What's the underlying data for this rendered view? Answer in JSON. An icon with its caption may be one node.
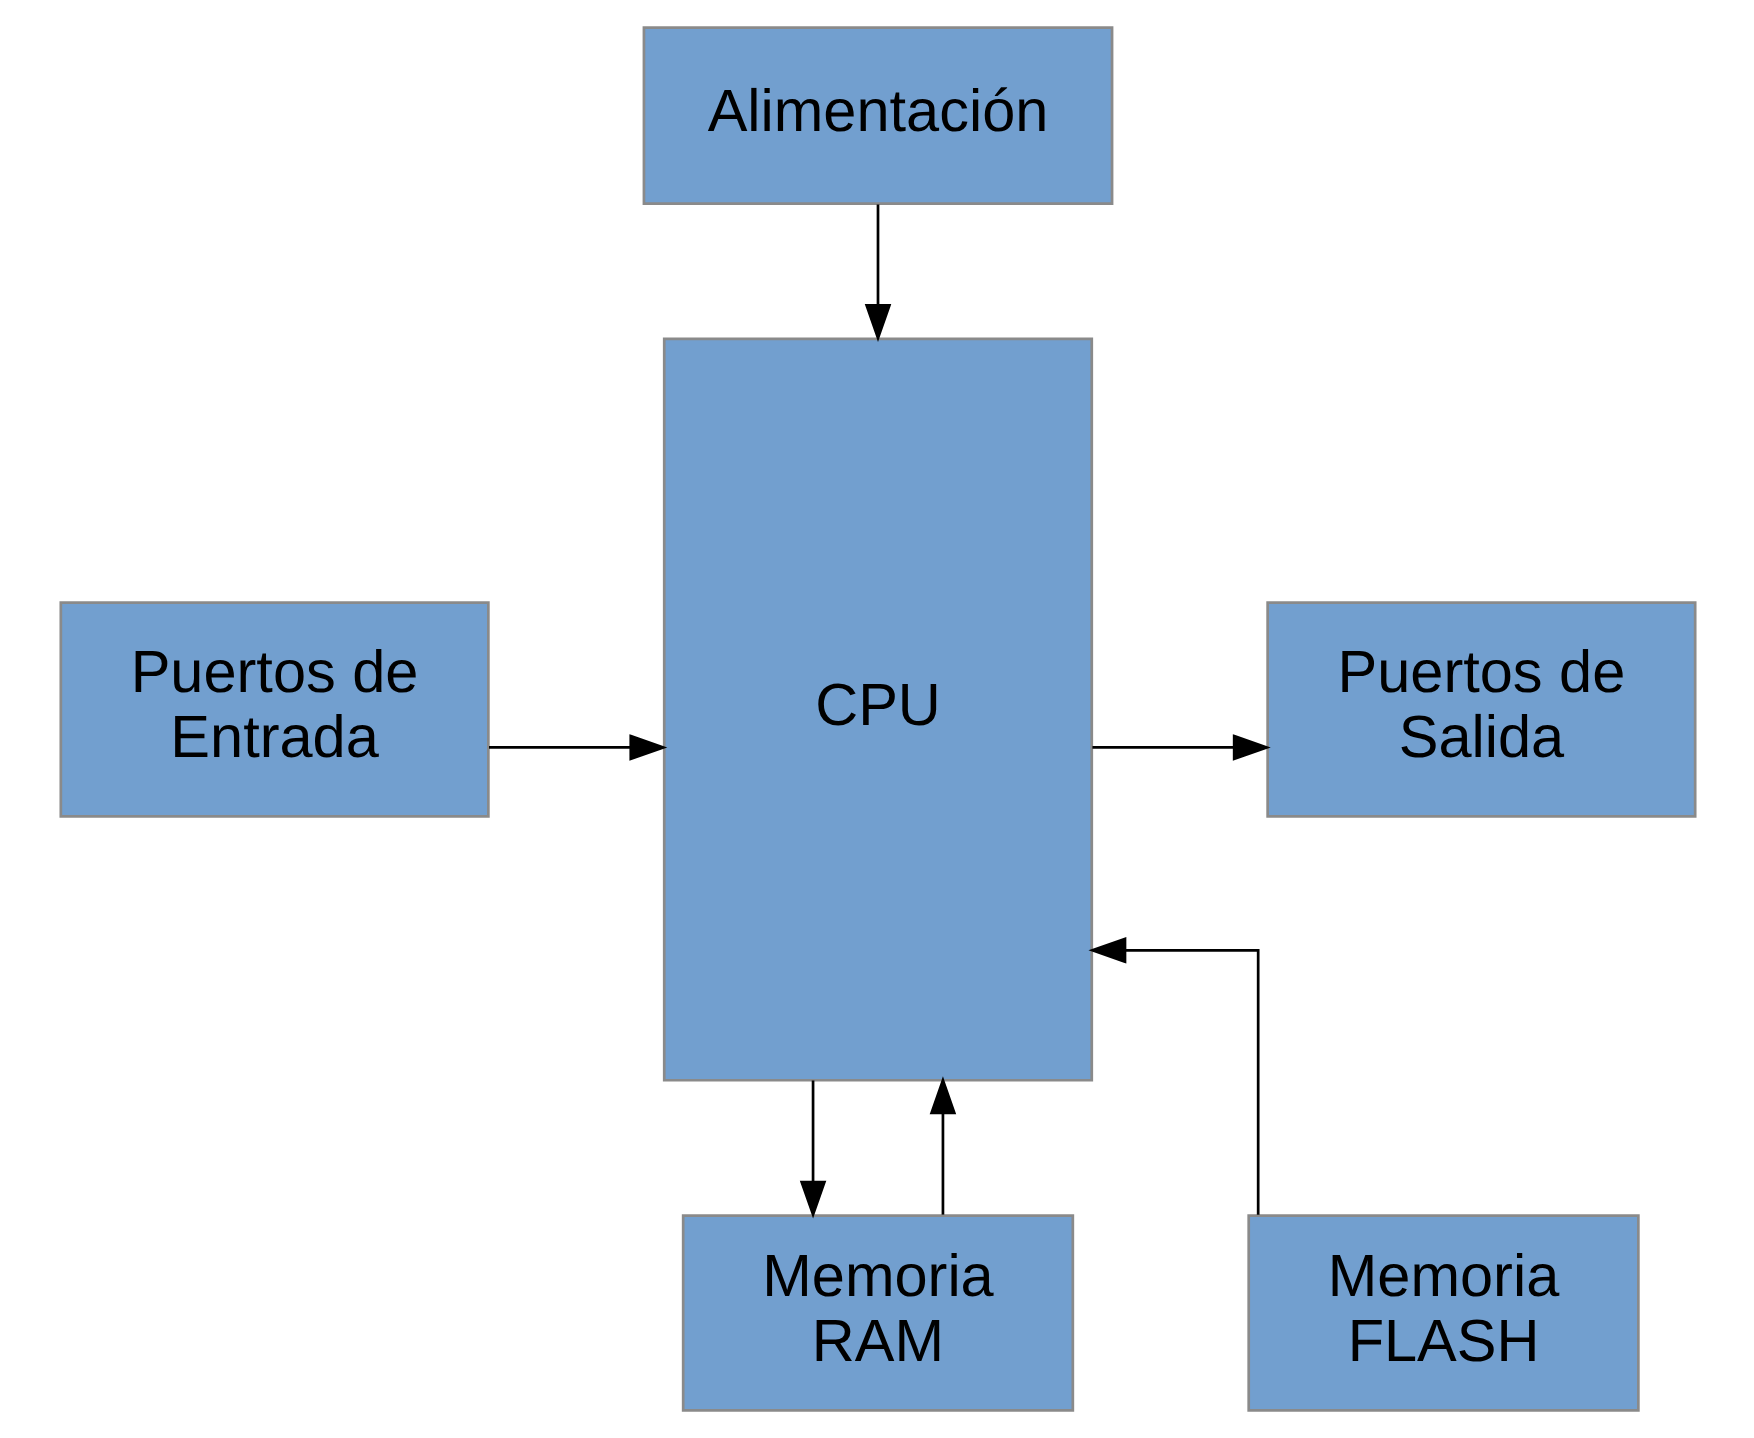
{
  "diagram": {
    "nodes": [
      {
        "text": [
          "Alimentación"
        ]
      },
      {
        "text": [
          "CPU"
        ]
      },
      {
        "text": [
          "Puertos de Entrada"
        ]
      },
      {
        "text": [
          "Puertos de Salida"
        ]
      },
      {
        "text": [
          "Memoria RAM"
        ]
      },
      {
        "text": [
          "Memoria FLASH"
        ]
      }
    ],
    "edges": [
      {
        "from": 0,
        "to": 1,
        "arrow": "to"
      },
      {
        "from": 2,
        "to": 1,
        "arrow": "to"
      },
      {
        "from": 1,
        "to": 3,
        "arrow": "to"
      },
      {
        "from": 4,
        "to": 1,
        "arrow": "to"
      },
      {
        "from": 1,
        "to": 4,
        "arrow": "to"
      },
      {
        "from": 5,
        "to": 1,
        "arrow": "to"
      }
    ]
  }
}
